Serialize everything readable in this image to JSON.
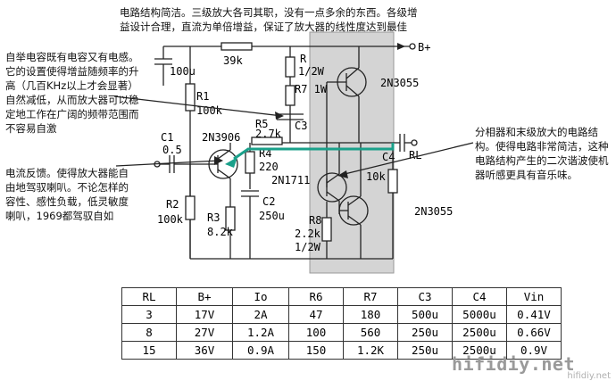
{
  "notes": {
    "top": "电路结构简洁。三级放大各司其职，没有一点多余的东西。各级增益设计合理，直流为单倍增益，保证了放大器的线性度达到最佳",
    "left_top": "自举电容既有电容又有电感。它的设置使得增益随频率的升高（几百KHz以上才会显著）自然减低，从而放大器可以稳定地工作在广阔的频带范围而不容易自激",
    "left_bottom": "电流反馈。使得放大器能自由地驾驭喇叭。不论怎样的容性、感性负载，低灵敏度喇叭，1969都驾驭自如",
    "right": "分相器和末级放大的电路结构。使得电路非常简洁，这种电路结构产生的二次谐波使机器听感更具有音乐味。"
  },
  "schematic": {
    "b_plus": "B+",
    "c_100u": "100u",
    "r_39k": "39k",
    "r_label": "R",
    "r_1_2w_top": "1/2W",
    "r7_1w": "R7 1W",
    "q_2n3055_top": "2N3055",
    "r1": "R1",
    "r1_val": "100k",
    "c3": "C3",
    "r5": "R5",
    "r5_val": "2.7k",
    "q_2n3906": "2N3906",
    "c1": "C1",
    "c1_val": "0.5",
    "r4": "R4",
    "r4_val": "220",
    "c4": "C4",
    "rl": "RL",
    "r_10k": "10k",
    "q_2n1711": "2N1711",
    "c2": "C2",
    "c2_val": "250u",
    "r2": "R2",
    "r2_val": "100k",
    "r3": "R3",
    "r3_val": "8.2k",
    "r8": "R8",
    "r8_val": "2.2k",
    "r8_w": "1/2W",
    "q_2n3055_bottom": "2N3055"
  },
  "table": {
    "headers": [
      "RL",
      "B+",
      "Io",
      "R6",
      "R7",
      "C3",
      "C4",
      "Vin"
    ],
    "rows": [
      [
        "3",
        "17V",
        "2A",
        "47",
        "180",
        "500u",
        "5000u",
        "0.41V"
      ],
      [
        "8",
        "27V",
        "1.2A",
        "100",
        "560",
        "250u",
        "2500u",
        "0.66V"
      ],
      [
        "15",
        "36V",
        "0.9A",
        "150",
        "1.2K",
        "250u",
        "2500u",
        "0.9V"
      ]
    ]
  },
  "watermark": "hifidiy.net",
  "watermark_small": "hifidiy.net",
  "colors": {
    "feedback_path": "#1aa08a",
    "shaded_box": "#d4d4d4",
    "arrow_green": "#0e8a5a"
  }
}
